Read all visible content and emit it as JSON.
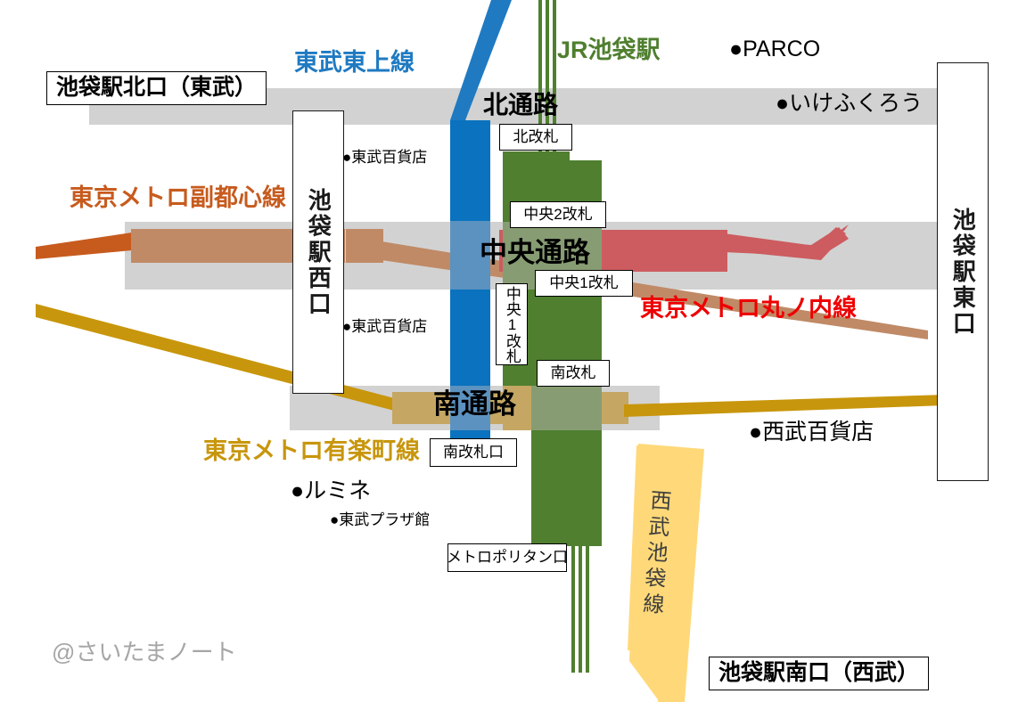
{
  "map": {
    "title_watermark": "@さいたまノート",
    "exits": [
      {
        "name": "north-exit-tobu",
        "label": "池袋駅北口（東武）"
      },
      {
        "name": "south-exit-seibu",
        "label": "池袋駅南口（西武）"
      },
      {
        "name": "west-exit",
        "label": "池袋駅西口"
      },
      {
        "name": "east-exit",
        "label": "池袋駅東口"
      }
    ],
    "rail_lines": [
      {
        "name": "tobu-tojo-line",
        "label": "東武東上線",
        "color": "#1F7AC2"
      },
      {
        "name": "jr-ikebukuro-station",
        "label": "JR池袋駅",
        "color": "#4F7F2F"
      },
      {
        "name": "tokyo-metro-fukutoshin-line",
        "label": "東京メトロ副都心線",
        "color": "#C75B1E"
      },
      {
        "name": "tokyo-metro-marunouchi-line",
        "label": "東京メトロ丸ノ内線",
        "color": "#EE0000"
      },
      {
        "name": "tokyo-metro-yurakucho-line",
        "label": "東京メトロ有楽町線",
        "color": "#C8960C"
      },
      {
        "name": "seibu-ikebukuro-line",
        "label": "西武池袋線",
        "color": "#FFD979"
      }
    ],
    "corridors": [
      {
        "name": "north-corridor",
        "label": "北通路"
      },
      {
        "name": "central-corridor",
        "label": "中央通路"
      },
      {
        "name": "south-corridor",
        "label": "南通路"
      }
    ],
    "gates": [
      {
        "name": "gate-north",
        "label": "北改札"
      },
      {
        "name": "gate-chuo-2",
        "label": "中央2改札"
      },
      {
        "name": "gate-chuo-1",
        "label": "中央1改札"
      },
      {
        "name": "gate-chuo-1-vertical",
        "label": "中央1改札"
      },
      {
        "name": "gate-south",
        "label": "南改札"
      },
      {
        "name": "gate-south-entrance",
        "label": "南改札口"
      },
      {
        "name": "gate-metropolitan",
        "label": "メトロポリタン口"
      }
    ],
    "pois": [
      {
        "name": "poi-tobu-department-store-north",
        "label": "●東武百貨店"
      },
      {
        "name": "poi-tobu-department-store-south",
        "label": "●東武百貨店"
      },
      {
        "name": "poi-parco",
        "label": "●PARCO"
      },
      {
        "name": "poi-ikefukurou",
        "label": "●いけふくろう"
      },
      {
        "name": "poi-seibu-department-store",
        "label": "●西武百貨店"
      },
      {
        "name": "poi-lumine",
        "label": "●ルミネ"
      },
      {
        "name": "poi-tobu-plaza",
        "label": "●東武プラザ館"
      }
    ],
    "colors": {
      "tobu_blue": "#0A72BE",
      "tobu_blue_overlap": "#5B92C0",
      "jr_green": "#4F7F2F",
      "jr_green_overlap": "#879C73",
      "fukutoshin_orange": "#C75B1E",
      "fukutoshin_tan": "#C08A66",
      "marunouchi_red": "#CC5C5F",
      "yurakucho_gold": "#C8960C",
      "yurakucho_tan": "#C5A763",
      "seibu_yellow": "#FFD979",
      "corridor_gray": "#D2D2D2"
    }
  }
}
